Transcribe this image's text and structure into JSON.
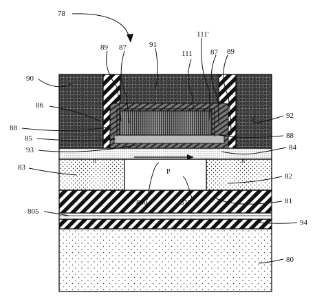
{
  "figure": {
    "ref": "78",
    "labels": {
      "l80": "80",
      "l81": "81",
      "l82": "82",
      "l83": "83",
      "l84": "84",
      "l85": "85",
      "l86": "86",
      "l87a": "87",
      "l87b": "87",
      "l88a": "88",
      "l88b": "88",
      "l89a": "89",
      "l89b": "89",
      "l90": "90",
      "l91": "91",
      "l92": "92",
      "l93": "93",
      "l94": "94",
      "l111": "111",
      "l111p": "111'",
      "l800": "800",
      "l805": "805",
      "l810": "810"
    },
    "region_text": {
      "n_left": "n",
      "n_right": "n",
      "p": "P"
    },
    "layers": [
      {
        "id": "80",
        "fill": "sparse-dots"
      },
      {
        "id": "94",
        "fill": "diagonal-hatch"
      },
      {
        "id": "805",
        "fill": "thin-layer"
      },
      {
        "id": "81",
        "fill": "diagonal-hatch"
      },
      {
        "id": "82",
        "fill": "dots"
      },
      {
        "id": "83",
        "fill": "dots"
      },
      {
        "id": "84",
        "fill": "fine-dots"
      },
      {
        "id": "86",
        "fill": "dense-vertical"
      },
      {
        "id": "90",
        "fill": "cross-hatch"
      },
      {
        "id": "91",
        "fill": "cross-hatch"
      },
      {
        "id": "92",
        "fill": "cross-hatch"
      },
      {
        "id": "89",
        "fill": "diagonal-hatch"
      }
    ]
  }
}
